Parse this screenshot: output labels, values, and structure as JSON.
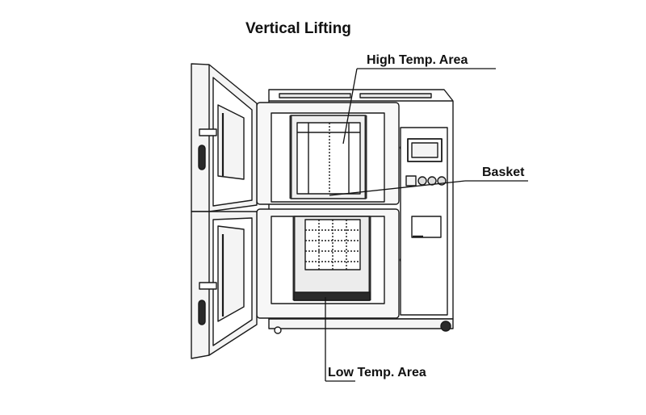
{
  "diagram": {
    "title": "Vertical Lifting",
    "callouts": {
      "high_temp_area": "High Temp. Area",
      "basket": "Basket",
      "low_temp_area": "Low Temp. Area"
    },
    "colors": {
      "line": "#1a1a1a",
      "body": "#ffffff",
      "panel": "#f4f4f4",
      "shade": "#2a2a2a"
    }
  }
}
